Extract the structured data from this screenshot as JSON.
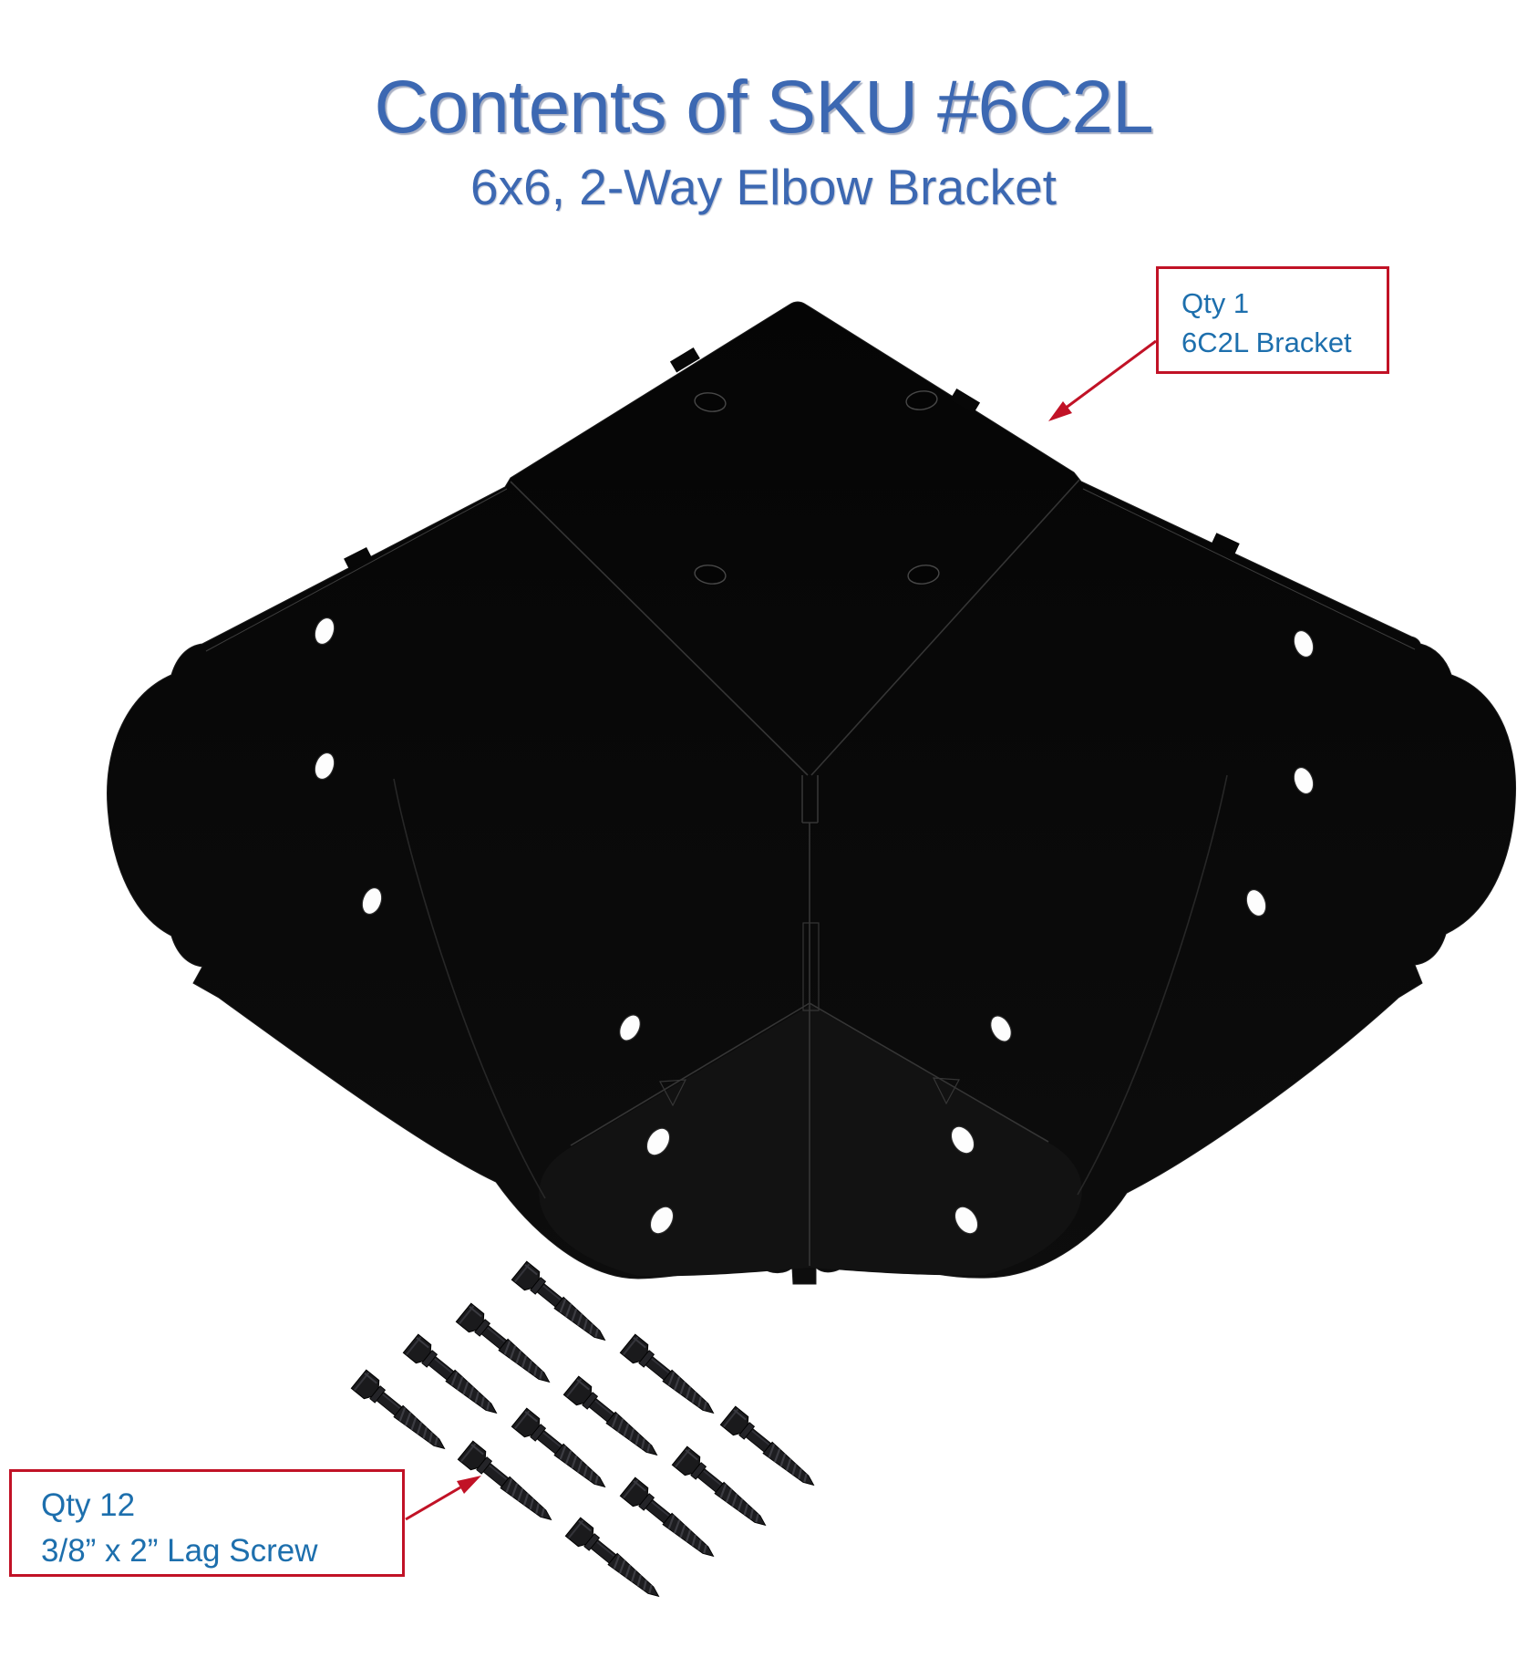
{
  "header": {
    "title": "Contents of SKU #6C2L",
    "subtitle": "6x6, 2-Way Elbow Bracket"
  },
  "callouts": {
    "bracket": {
      "qty": "Qty 1",
      "item": "6C2L Bracket"
    },
    "screws": {
      "qty": "Qty 12",
      "item": "3/8” x 2” Lag Screw"
    }
  },
  "illustration": {
    "bracket_label": "6C2L 2-way elbow bracket, black steel, isometric render",
    "screw_label": "3/8 in x 2 in lag screw",
    "screw_count": 12
  },
  "colors": {
    "title_blue": "#3c68b2",
    "callout_blue": "#1d6fad",
    "callout_red": "#c11226",
    "bracket_black": "#070707"
  }
}
